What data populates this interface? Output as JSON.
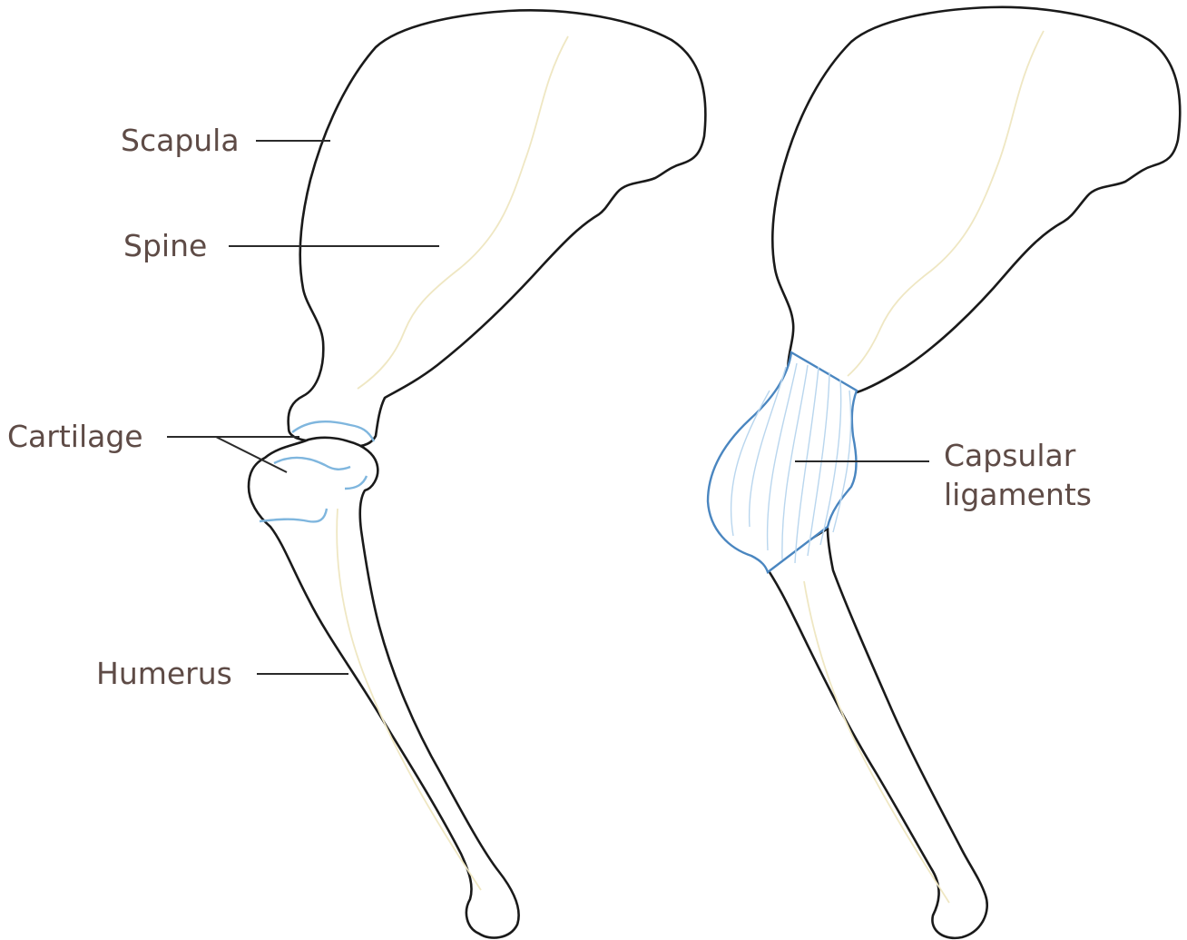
{
  "diagram": {
    "labels": {
      "scapula": "Scapula",
      "spine": "Spine",
      "cartilage": "Cartilage",
      "humerus": "Humerus",
      "capsular_line1": "Capsular",
      "capsular_line2": "ligaments"
    },
    "colors": {
      "label_text": "#5e4b46",
      "bone_outline": "#1a1a1a",
      "cartilage": "#7fb6de",
      "capsule_outline": "#4a86c0",
      "ligament_fibers": "#b9d6ee",
      "bone_crest": "#efe7c3"
    }
  }
}
